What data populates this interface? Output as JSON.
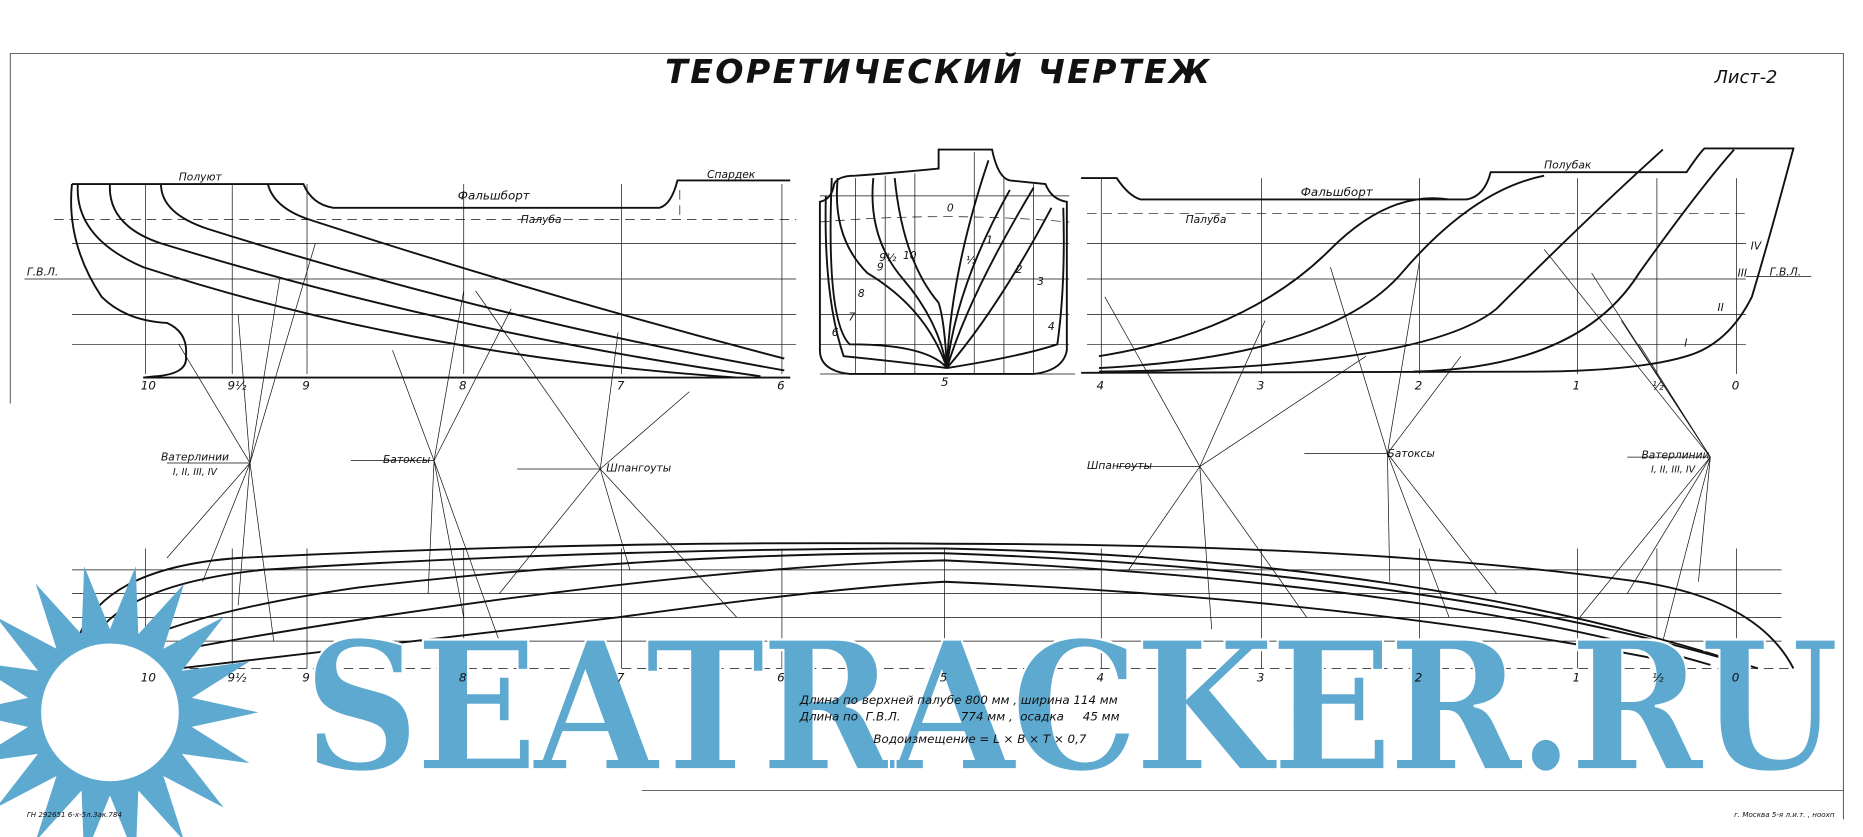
{
  "title": "ТЕОРЕТИЧЕСКИЙ ЧЕРТЕЖ",
  "sheet": "Лист-2",
  "profile_labels": {
    "poop": "Полуют",
    "bulwark": "Фальшборт",
    "deck": "Палуба",
    "spardek": "Спардек",
    "forecastle": "Полубак",
    "dwl": "Г.В.Л."
  },
  "waterline_marks": [
    "I",
    "II",
    "III",
    "IV"
  ],
  "stations_aft": [
    "10",
    "9½",
    "9",
    "8",
    "7",
    "6"
  ],
  "stations_mid": "5",
  "stations_fwd": [
    "4",
    "3",
    "2",
    "1",
    "½",
    "0"
  ],
  "body_plan_stations_aft": [
    "10",
    "9½",
    "9",
    "8",
    "7",
    "6",
    "5"
  ],
  "body_plan_stations_fwd": [
    "0",
    "½",
    "1",
    "2",
    "3",
    "4"
  ],
  "leader_labels": {
    "waterlines_left": "Ватерлинии",
    "waterlines_left_sub": "I, II, III, IV",
    "buttocks_left": "Батоксы",
    "frames_left": "Шпангоуты",
    "frames_right": "Шпангоуты",
    "buttocks_right": "Батоксы",
    "waterlines_right": "Ватерлинии",
    "waterlines_right_sub": "I, II, III, IV"
  },
  "specs": {
    "line1": "Длина по верхней палубе  800 мм ,  ширина  114 мм",
    "line2": "Длина по  Г.В.Л.                774 мм ,  осадка     45 мм",
    "line3": "Водоизмещение   =  L × B × T × 0,7"
  },
  "footer_left": "ГН 292651  6-х-5л.3ак.784",
  "footer_right": "г. Москва  5-я  л.и.т. , ноохп",
  "watermark": "SEATRACKER.RU",
  "colors": {
    "ink": "#111111",
    "watermark": "#5ea9d0"
  }
}
